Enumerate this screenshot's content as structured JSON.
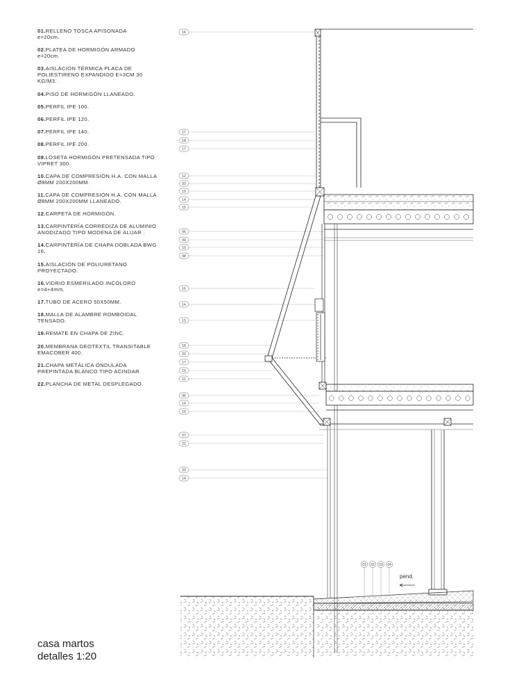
{
  "legend": [
    {
      "num": "01.",
      "text": "RELLENO TOSCA APISONADA",
      "sub": "e=20cm."
    },
    {
      "num": "02.",
      "text": "PLATEA DE HORMIGÓN ARMADO",
      "sub": "e=20cm."
    },
    {
      "num": "03.",
      "text": "AISLACIÓN TÉRMICA PLACA DE POLIESTIRENO EXPANDIDO e=3cm 30 kg/m3.",
      "sub": ""
    },
    {
      "num": "04.",
      "text": "PISO DE HORMIGÓN LLANEADO.",
      "sub": ""
    },
    {
      "num": "05.",
      "text": "PERFIL IPE 100.",
      "sub": ""
    },
    {
      "num": "06.",
      "text": "PERFIL IPE 120.",
      "sub": ""
    },
    {
      "num": "07.",
      "text": "PERFIL IPE 140.",
      "sub": ""
    },
    {
      "num": "08.",
      "text": "PERFIL IPE 200.",
      "sub": ""
    },
    {
      "num": "09.",
      "text": "LOSETA HORMIGÓN PRETENSADA TIPO VIPRET 300.",
      "sub": ""
    },
    {
      "num": "10.",
      "text": "CAPA DE COMPRESIÓN H.A. CON MALLA ø8mm 200X200mm.",
      "sub": ""
    },
    {
      "num": "11.",
      "text": "CAPA DE COMPRESIÓN H.A. CON MALLA ø8mm 200X200mm LLANEADO.",
      "sub": ""
    },
    {
      "num": "12.",
      "text": "CARPETA DE HORMIGÓN.",
      "sub": ""
    },
    {
      "num": "13.",
      "text": "CARPINTERÍA CORREDIZA DE ALUMINIO ANODIZADO TIPO MODENA DE ALUAR .",
      "sub": ""
    },
    {
      "num": "14.",
      "text": "CARPINTERÍA DE CHAPA DOBLADA BWG 16.",
      "sub": ""
    },
    {
      "num": "15.",
      "text": "AISLACIÓN DE POLIURETANO PROYECTADO.",
      "sub": ""
    },
    {
      "num": "16.",
      "text": "VIDRIO ESMERILADO INCOLORO",
      "sub": "e=4+4mm."
    },
    {
      "num": "17.",
      "text": "TUBO DE ACERO 50X50mm.",
      "sub": ""
    },
    {
      "num": "18.",
      "text": "MALLA DE ALAMBRE ROMBOIDAL TENSADO.",
      "sub": ""
    },
    {
      "num": "19.",
      "text": "REMATE EN CHAPA DE ZINC.",
      "sub": ""
    },
    {
      "num": "20.",
      "text": "MEMBRANA GEOTEXTIL TRANSITABLE EMACOBER 400.",
      "sub": ""
    },
    {
      "num": "21.",
      "text": "CHAPA METÁLICA ONDULADA PREPINTADA BLANCO TIPO ACINDAR.",
      "sub": ""
    },
    {
      "num": "22.",
      "text": "PLANCHA DE METAL DESPLEGADO.",
      "sub": ""
    }
  ],
  "callouts": [
    {
      "label": "16",
      "target": "top-glass"
    },
    {
      "label": "17",
      "target": "zinc-cap"
    },
    {
      "label": "18",
      "target": "zinc-cap"
    },
    {
      "label": "17",
      "target": "zinc-cap"
    },
    {
      "label": "12",
      "target": "upper-slab"
    },
    {
      "label": "20",
      "target": "upper-slab"
    },
    {
      "label": "19",
      "target": "upper-slab"
    },
    {
      "label": "14",
      "target": "upper-slab"
    },
    {
      "label": "15",
      "target": "upper-slab"
    },
    {
      "label": "06",
      "target": "upper-beam"
    },
    {
      "label": "09",
      "target": "upper-beam"
    },
    {
      "label": "10",
      "target": "upper-beam"
    },
    {
      "label": "08",
      "target": "upper-beam"
    },
    {
      "label": "16",
      "target": "window"
    },
    {
      "label": "14",
      "target": "window"
    },
    {
      "label": "13",
      "target": "window"
    },
    {
      "label": "18",
      "target": "bay-window"
    },
    {
      "label": "22",
      "target": "bay-window"
    },
    {
      "label": "17",
      "target": "bay-window"
    },
    {
      "label": "16",
      "target": "bay-window"
    },
    {
      "label": "11",
      "target": "bay-window"
    },
    {
      "label": "06",
      "target": "lower-slab"
    },
    {
      "label": "14",
      "target": "lower-slab"
    },
    {
      "label": "15",
      "target": "lower-slab"
    },
    {
      "label": "07",
      "target": "lower-beam"
    },
    {
      "label": "21",
      "target": "lower-beam"
    },
    {
      "label": "20",
      "target": "wall"
    },
    {
      "label": "14",
      "target": "wall"
    }
  ],
  "ground_tags": [
    "01",
    "02",
    "03",
    "04"
  ],
  "slope_label": "pend.",
  "title": {
    "line1": "casa martos",
    "line2": "detalles 1:20"
  },
  "colors": {
    "line": "#222222",
    "light_line": "#9a9a9a",
    "leader": "#b0b0b0"
  }
}
